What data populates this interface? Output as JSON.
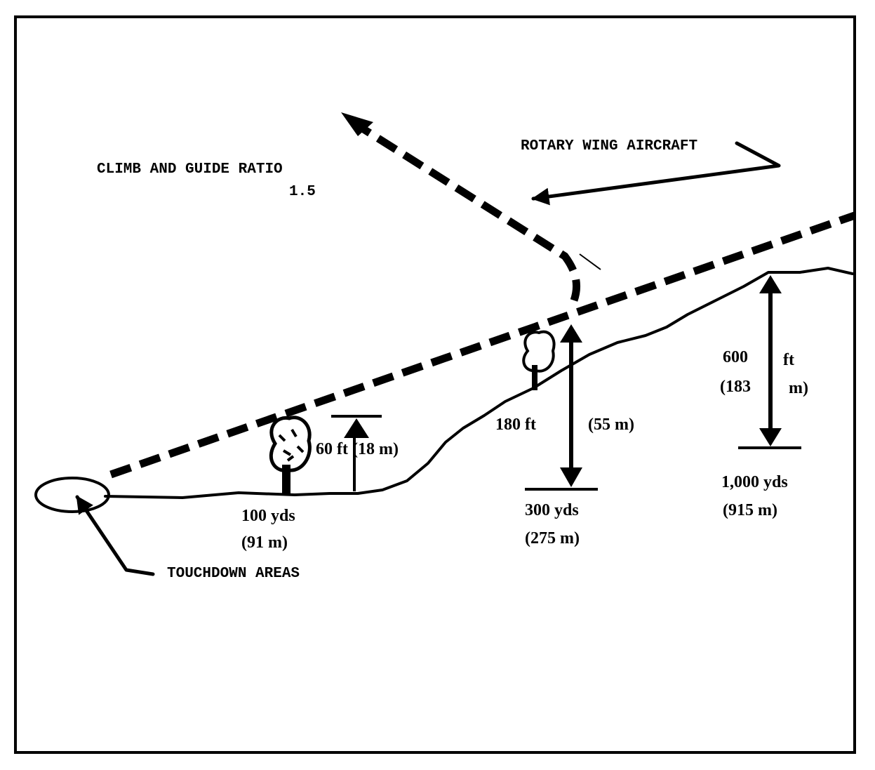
{
  "labels": {
    "climb_title": "CLIMB AND GUIDE RATIO",
    "climb_ratio": "1.5",
    "rotary": "ROTARY WING AIRCRAFT",
    "touchdown": "TOUCHDOWN AREAS",
    "h60": "60 ft (18 m)",
    "h180_ft": "180 ft",
    "h180_m": "(55 m)",
    "h600_a": "600",
    "h600_b": "ft",
    "h600_c": "(183",
    "h600_d": "m)",
    "d100_yds": "100 yds",
    "d100_m": "(91 m)",
    "d300_yds": "300 yds",
    "d300_m": "(275 m)",
    "d1000_yds": "1,000 yds",
    "d1000_m": "(915 m)"
  }
}
